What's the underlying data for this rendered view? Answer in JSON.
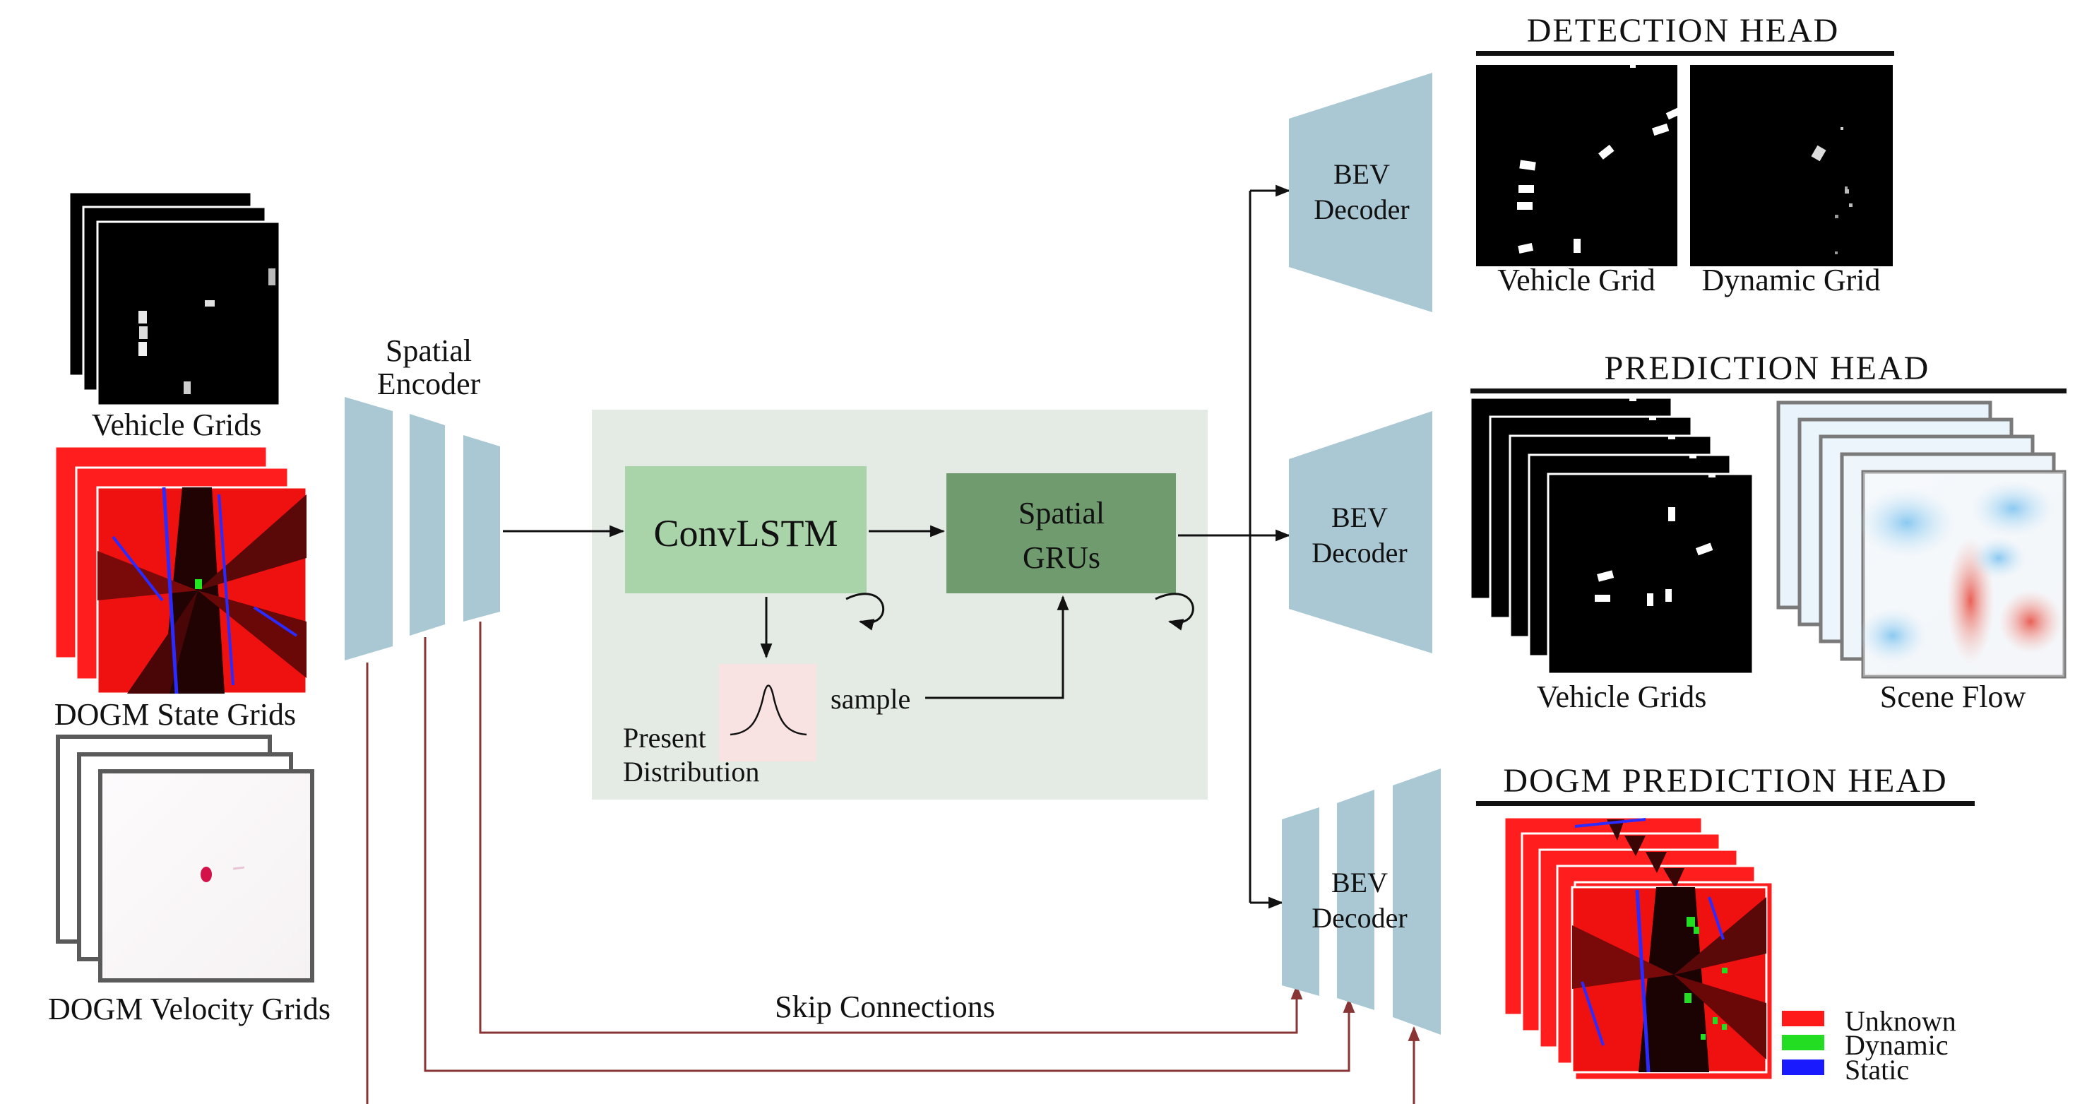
{
  "inputs": {
    "vehicle_grids": "Vehicle Grids",
    "dogm_state_grids": "DOGM State Grids",
    "dogm_velocity_grids": "DOGM Velocity Grids"
  },
  "encoder": {
    "label_line1": "Spatial",
    "label_line2": "Encoder"
  },
  "temporal": {
    "convlstm": "ConvLSTM",
    "spatial_grus_line1": "Spatial",
    "spatial_grus_line2": "GRUs",
    "sample": "sample",
    "present_line1": "Present",
    "present_line2": "Distribution"
  },
  "decoders": {
    "line1": "BEV",
    "line2": "Decoder"
  },
  "skip_connections": "Skip  Connections",
  "detection_head": {
    "title": "DETECTION  HEAD",
    "vehicle_grid": "Vehicle Grid",
    "dynamic_grid": "Dynamic Grid"
  },
  "prediction_head": {
    "title": "PREDICTION  HEAD",
    "vehicle_grids": "Vehicle Grids",
    "scene_flow": "Scene Flow"
  },
  "dogm_prediction_head": {
    "title": "DOGM  PREDICTION  HEAD",
    "legend": [
      {
        "label": "Unknown",
        "color": "#ff1a1a"
      },
      {
        "label": "Dynamic",
        "color": "#22dd22"
      },
      {
        "label": "Static",
        "color": "#1a1aff"
      }
    ]
  },
  "colors": {
    "encoder_decoder_blue": "#a9c8d3",
    "module_bg": "#e4ebe4",
    "convlstm_green": "#a9d3a9",
    "grus_green": "#6f9b6f",
    "distribution_pink": "#f9e2e2",
    "skip_arrow": "#8a3535"
  }
}
